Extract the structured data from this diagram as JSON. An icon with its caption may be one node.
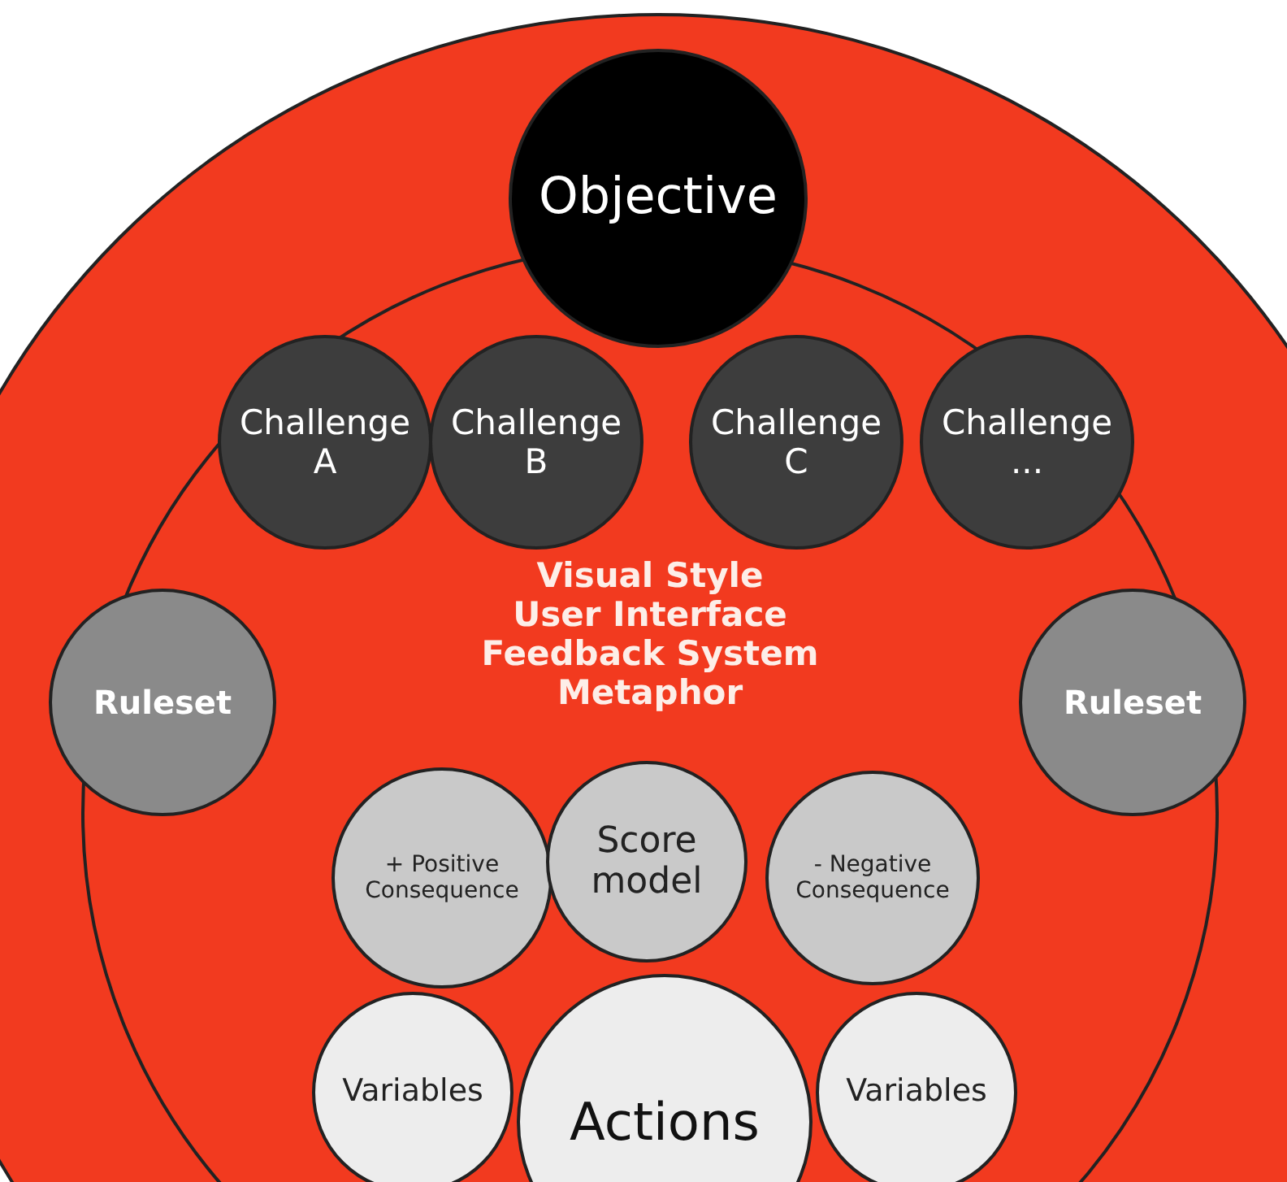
{
  "diagram": {
    "nodes": [
      {
        "text": [],
        "shape": "circle"
      },
      {
        "text": [
          "Visual Style",
          "User Interface",
          "Feedback System",
          "Metaphor"
        ],
        "in": 0
      },
      {
        "text": [
          "Objective"
        ],
        "in": 0
      },
      {
        "text": [
          "Challenge A"
        ],
        "in": 1
      },
      {
        "text": [
          "Challenge B"
        ],
        "in": 1
      },
      {
        "text": [
          "Challenge C"
        ],
        "in": 1
      },
      {
        "text": [
          "Challenge ..."
        ],
        "in": 1
      },
      {
        "text": [
          "Ruleset"
        ],
        "in": 0
      },
      {
        "text": [
          "Ruleset"
        ],
        "in": 0
      },
      {
        "text": [
          "+ Positive Consequence"
        ],
        "in": 1
      },
      {
        "text": [
          "Score model"
        ],
        "in": 1
      },
      {
        "text": [
          "- Negative Consequence"
        ],
        "in": 1
      },
      {
        "text": [
          "Actions"
        ],
        "in": 1
      },
      {
        "text": [
          "Variables"
        ],
        "in": 1
      },
      {
        "text": [
          "Variables"
        ],
        "in": 1
      }
    ]
  }
}
